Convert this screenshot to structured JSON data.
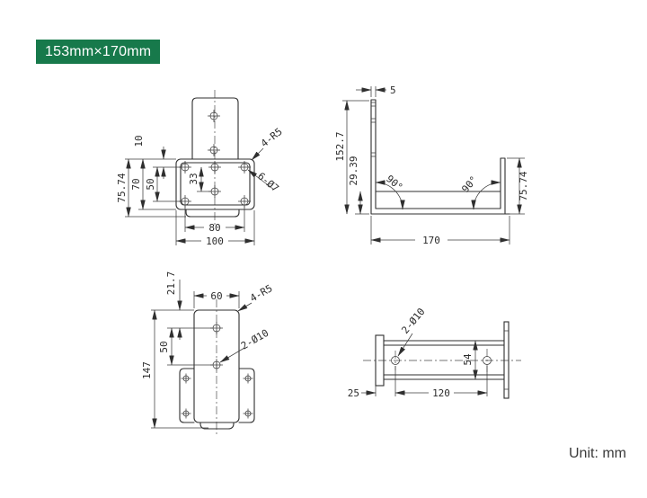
{
  "badge": {
    "label": "153mm×170mm",
    "bg": "#17794b"
  },
  "footer": {
    "unit_label": "Unit: mm"
  },
  "colors": {
    "badge_bg": "#17794b",
    "line": "#2f2f2f",
    "text": "#2b2b2b"
  },
  "views": {
    "front": {
      "title": "upper bracket front view",
      "dims": {
        "d10": "10",
        "d7574": "75.74",
        "d70": "70",
        "d50": "50",
        "d33": "33",
        "d80": "80",
        "d100": "100",
        "fillet": "4-R5",
        "holes": "6-Ø7"
      }
    },
    "side": {
      "title": "upper bracket side view",
      "dims": {
        "t5": "5",
        "h1527": "152.7",
        "h2939": "29.39",
        "angle_left": "90°",
        "angle_right": "90°",
        "h7574": "75.74",
        "w170": "170"
      }
    },
    "lower_front": {
      "title": "lower bracket front view",
      "dims": {
        "d217": "21.7",
        "w60": "60",
        "fillet": "4-R5",
        "holes": "2-Ø10",
        "d50": "50",
        "d147": "147"
      }
    },
    "lower_side": {
      "title": "lower bracket bottom view",
      "dims": {
        "holes": "2-Ø10",
        "d54": "54",
        "w120": "120",
        "w25": "25"
      }
    }
  }
}
